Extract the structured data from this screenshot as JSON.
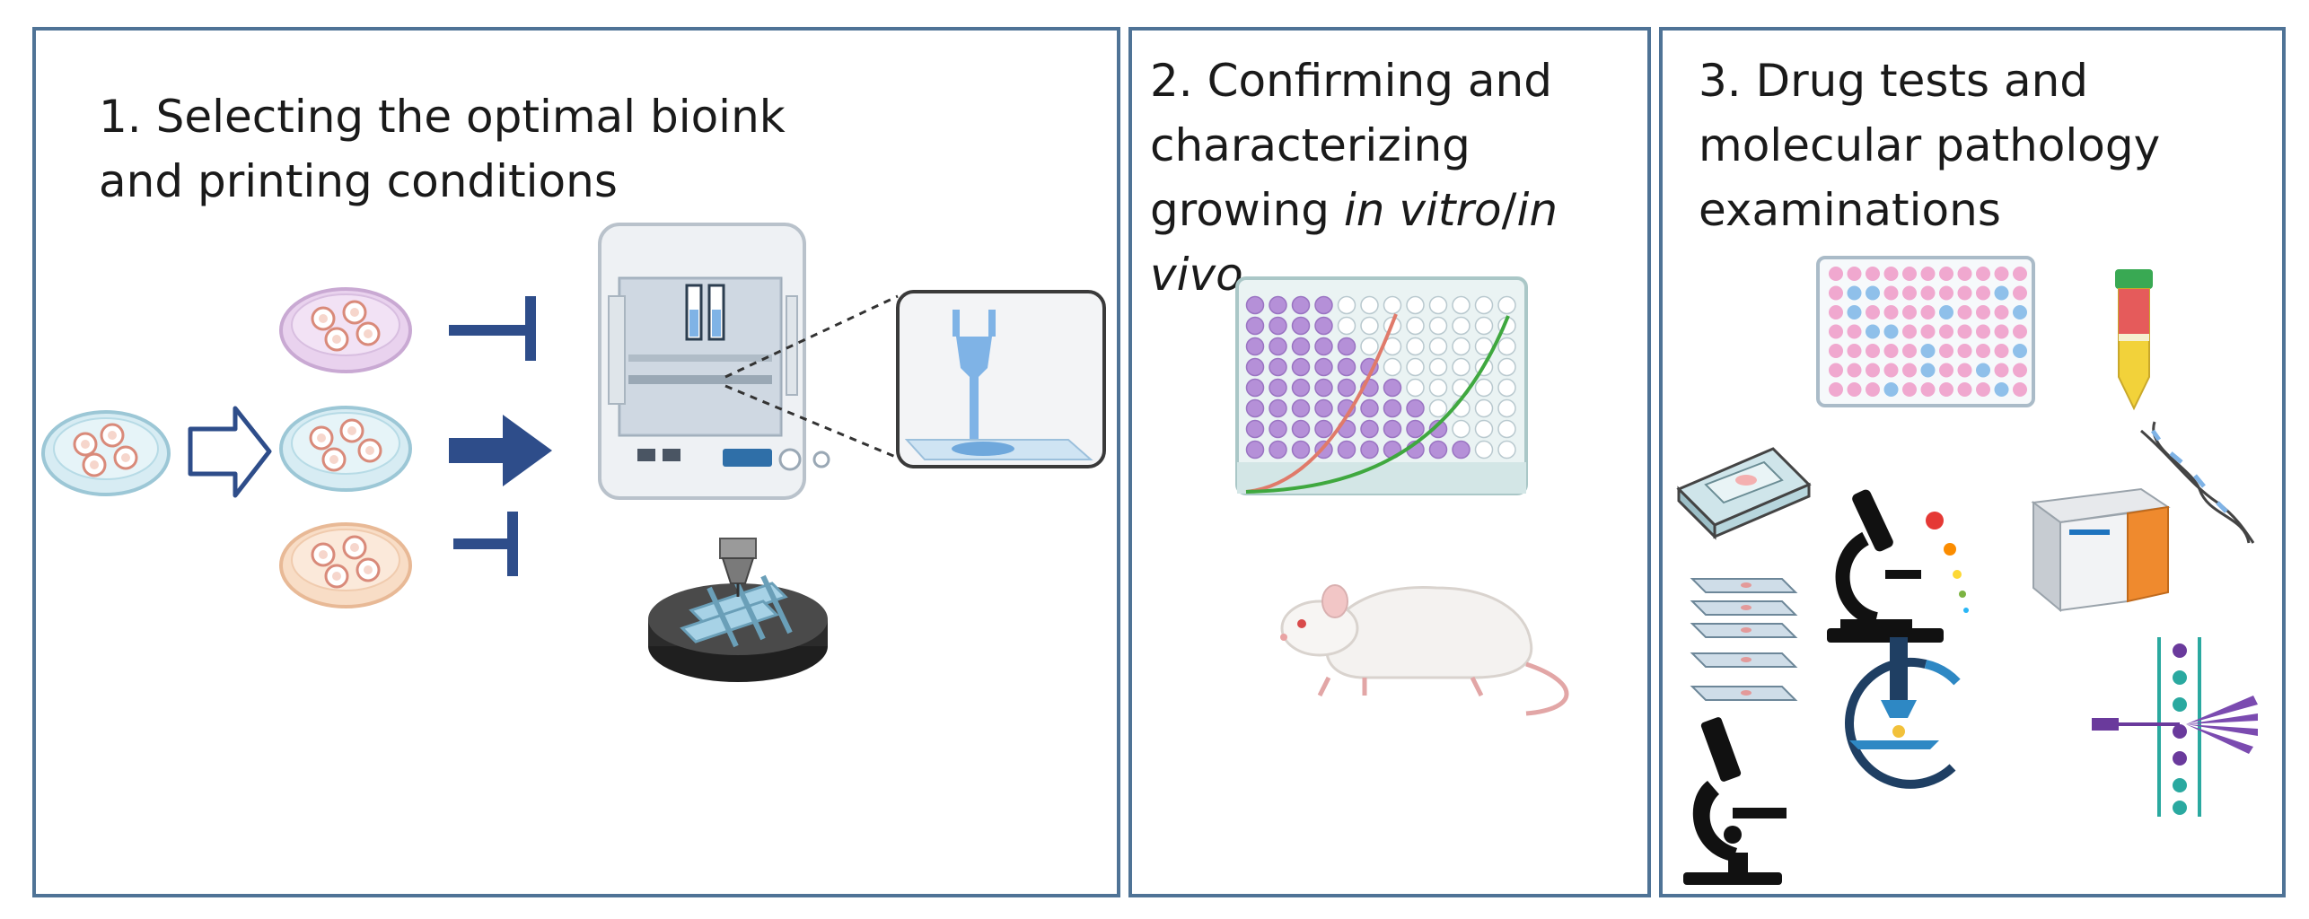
{
  "panels": [
    {
      "title": "1.   Selecting the optimal bioink\nand printing conditions"
    },
    {
      "title_lines": [
        "2. Confirming and",
        "characterizing",
        "growing "
      ],
      "italic_1": "in vitro",
      "sep": "/",
      "italic_2": "in vivo"
    },
    {
      "title": "3. Drug tests and\nmolecular pathology\nexaminations"
    }
  ],
  "icons": [
    "petri-dish-icon",
    "hollow-arrow-icon",
    "block-arrow-icon",
    "solid-arrow-icon",
    "bioprinter-icon",
    "nozzle-zoom-icon",
    "printed-scaffold-icon",
    "well-plate-growth-icon",
    "mouse-icon",
    "well-plate-icon",
    "centrifuge-tube-icon",
    "dna-icon",
    "slide-box-icon",
    "fluorescence-microscope-icon",
    "sequencer-icon",
    "glass-slides-icon",
    "microscope-icon",
    "imaging-icon",
    "flow-cytometry-icon"
  ],
  "colors": {
    "border": "#4f7396",
    "arrow": "#2e4d8a",
    "plate_pink": "#f0a8cf",
    "plate_blue": "#8fc0ea",
    "dish_purple": "#e9d2ee",
    "dish_blue": "#d7ecf3",
    "dish_orange": "#f8ddc6",
    "well_purple": "#b590d8",
    "curve_red": "#e07a6a",
    "curve_green": "#3fa83f",
    "tube_yellow": "#f2d23a",
    "tube_red": "#e55b5b",
    "cap_green": "#39a953"
  }
}
